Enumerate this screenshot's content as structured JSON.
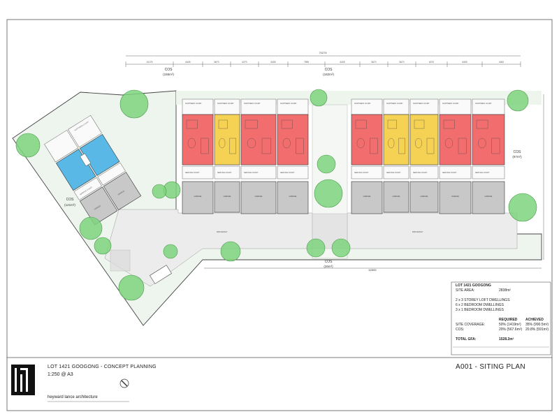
{
  "title_block": {
    "project_title": "LOT 1421 GOOGONG - CONCEPT PLANNING",
    "scale": "1:250 @ A3",
    "firm": "heyward lance architecture",
    "sheet": "A001 - SITING PLAN"
  },
  "info_box": {
    "title": "LOT 1421 GOOGONG",
    "site_area_label": "SITE AREA:",
    "site_area_value": "2838m²",
    "dwellings": [
      "2 x 3 STOREY LOFT DWELLINGS",
      "6 x 2 BEDROOM DWELLINGS",
      "3 x 1 BEDROOM DWELLINGS"
    ],
    "required_label": "REQUIRED",
    "achieved_label": "ACHIEVED",
    "site_coverage_label": "SITE COVERAGE:",
    "site_coverage_required": "50% (1419m²)",
    "site_coverage_achieved": "35% (990.5m²)",
    "cos_label": "COS:",
    "cos_required": "20% (567.6m²)",
    "cos_achieved": "20.8% (591m²)",
    "gfa_label": "TOTAL GFA:",
    "gfa_value": "1528.2m²"
  },
  "cos_labels": {
    "a_name": "COS",
    "a_area": "(165m²)",
    "b_name": "COS",
    "b_area": "(182m²)",
    "c_name": "COS",
    "c_area": "(121m²)",
    "d_name": "COS",
    "d_area": "(26m²)",
    "e_name": "COS",
    "e_area": "(97m²)"
  },
  "dimensions": {
    "overall_top": "70275",
    "top_segments": [
      "10175",
      "6405",
      "5670",
      "6270",
      "6405",
      "7595",
      "6405",
      "5670",
      "5670",
      "6270",
      "6405",
      "4000"
    ],
    "overall_bottom": "62855"
  },
  "plan_labels": {
    "northern_court": "NORTHERN COURT",
    "service_court": "SERVICE COURT",
    "garage": "GARAGE",
    "driveway": "DRIVEWAY"
  },
  "colors": {
    "two_bed": "#f26e6e",
    "loft": "#f5d254",
    "one_bed": "#59b8e6",
    "tree": "#7ed37e",
    "garage": "#c8c8c8",
    "driveway": "#ebebeb",
    "landscape": "#e3efe3"
  }
}
